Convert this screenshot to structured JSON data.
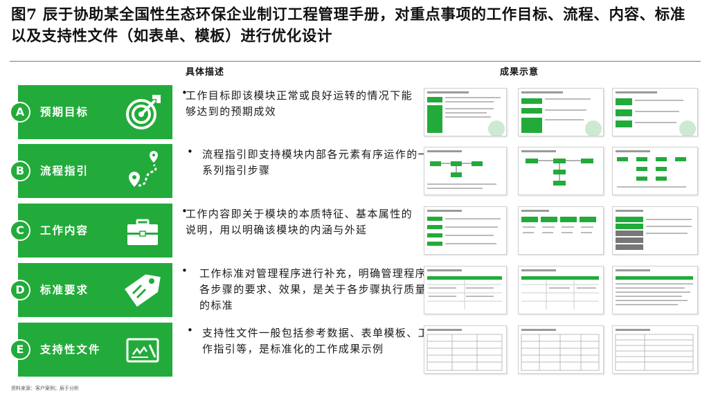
{
  "title": "图7  辰于协助某全国性生态环保企业制订工程管理手册，对重点事项的工作目标、流程、内容、标准以及支持性文件（如表单、模板）进行优化设计",
  "headers": {
    "description": "具体描述",
    "effect": "成果示意"
  },
  "colors": {
    "accent": "#22ab3a",
    "text": "#111111",
    "divider": "#7a7a7a"
  },
  "rows": [
    {
      "letter": "A",
      "label": "预期目标",
      "icon": "target-icon",
      "description": "工作目标即该模块正常或良好运转的情况下能够达到的预期成效"
    },
    {
      "letter": "B",
      "label": "流程指引",
      "icon": "route-icon",
      "description": "流程指引即支持模块内部各元素有序运作的一系列指引步骤"
    },
    {
      "letter": "C",
      "label": "工作内容",
      "icon": "briefcase-icon",
      "description": "工作内容即关于模块的本质特征、基本属性的说明，用以明确该模块的内涵与外延"
    },
    {
      "letter": "D",
      "label": "标准要求",
      "icon": "price-tag-icon",
      "description": "工作标准对管理程序进行补充，明确管理程序各步骤的要求、效果，是关于各步骤执行质量的标准"
    },
    {
      "letter": "E",
      "label": "支持性文件",
      "icon": "document-signature-icon",
      "description": "支持性文件一般包括参考数据、表单模板、工作指引等，是标准化的工作成果示例"
    }
  ],
  "source": "资料来源：客户案例；辰于分析"
}
